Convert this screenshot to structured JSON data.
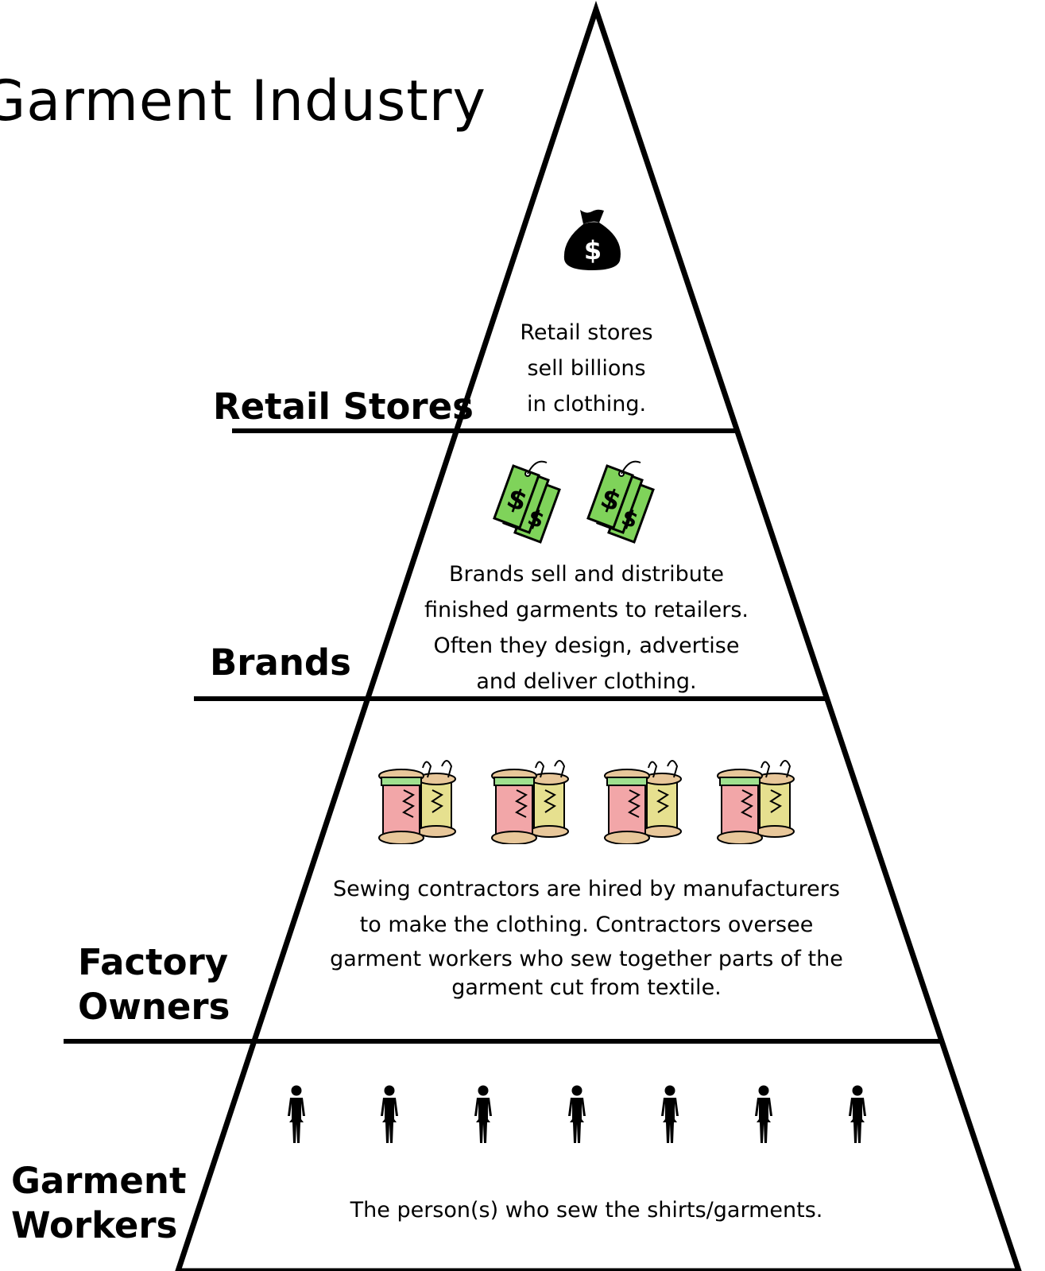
{
  "title": "Garment Industry",
  "tiers": [
    {
      "label": "Retail Stores",
      "description": [
        "Retail stores",
        "sell billions",
        "in clothing."
      ],
      "icon": "money-bag-icon",
      "icon_count": 1
    },
    {
      "label": "Brands",
      "description": [
        "Brands sell and distribute",
        "finished garments to retailers.",
        "Often they design, advertise",
        "and deliver clothing."
      ],
      "icon": "price-tag-icon",
      "icon_count": 2
    },
    {
      "label_lines": [
        "Factory",
        "Owners"
      ],
      "description": [
        "Sewing contractors are hired by manufacturers",
        "to make the clothing. Contractors oversee",
        "garment workers who sew together parts of the",
        "garment cut from textile."
      ],
      "icon": "thread-spool-icon",
      "icon_count": 4
    },
    {
      "label_lines": [
        "Garment",
        "Workers"
      ],
      "description": [
        "The person(s) who sew the shirts/garments."
      ],
      "icon": "person-icon",
      "icon_count": 7
    }
  ],
  "colors": {
    "line": "#000000",
    "tag_green": "#7fd35a",
    "spool_pink": "#f2a6a8",
    "spool_yellow": "#e6e08f",
    "spool_wood": "#e8c79a"
  }
}
